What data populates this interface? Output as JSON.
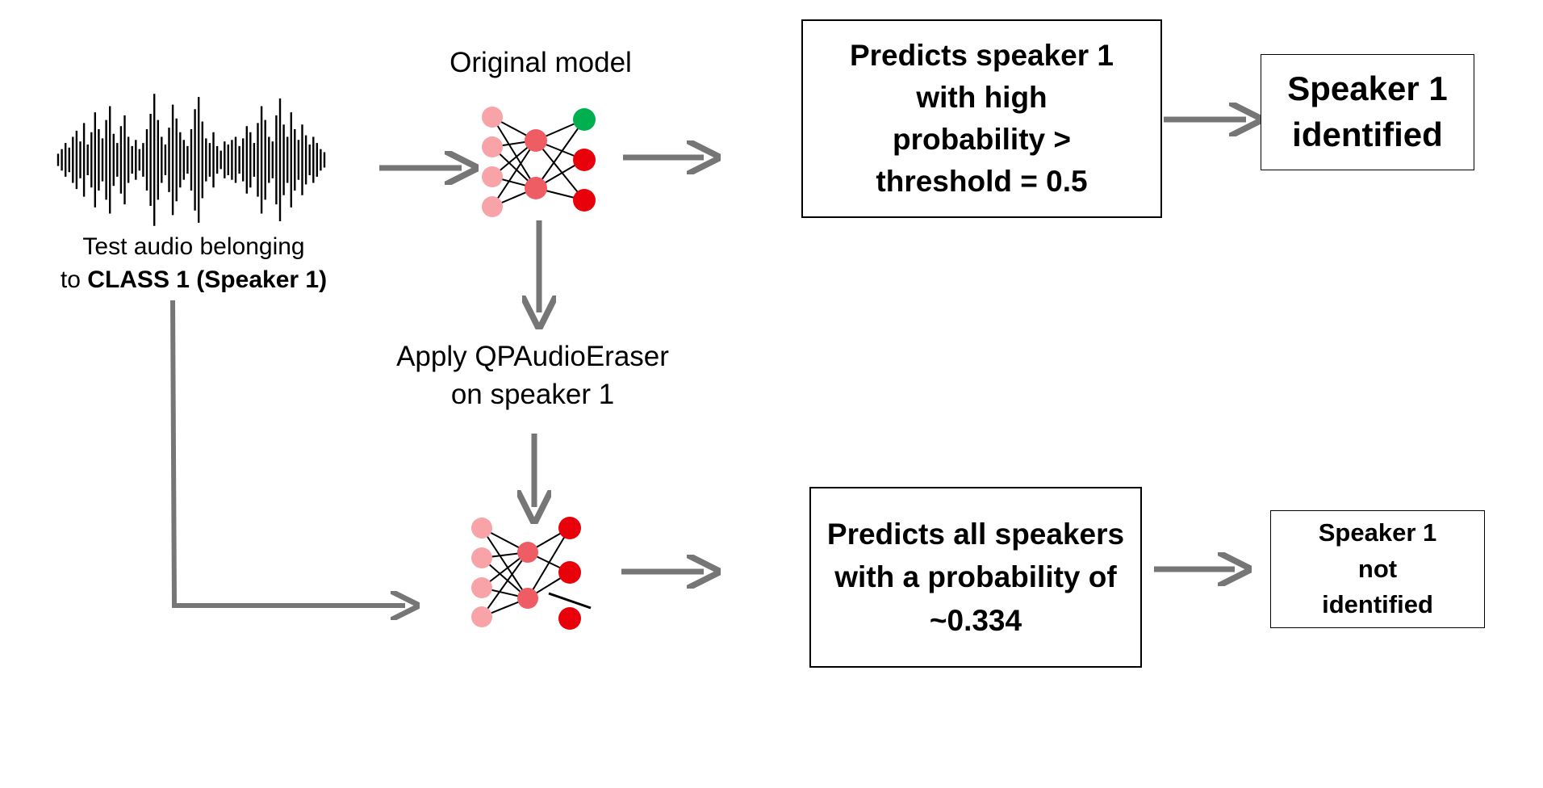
{
  "input": {
    "caption_line1": "Test audio belonging",
    "caption_line2_prefix": "to ",
    "caption_line2_bold": "CLASS 1 (Speaker 1)"
  },
  "original_model": {
    "label": "Original model"
  },
  "eraser": {
    "label_line1": "Apply QPAudioEraser",
    "label_line2": "on speaker 1"
  },
  "top_path": {
    "prediction": "Predicts speaker 1\nwith high\nprobability >\nthreshold = 0.5",
    "result": "Speaker 1\nidentified"
  },
  "bottom_path": {
    "prediction": "Predicts all speakers\nwith a probability of\n~0.334",
    "result": "Speaker  1\nnot\nidentified"
  },
  "colors": {
    "arrow": "#767676",
    "input_node": "#f8a3a8",
    "hidden_node": "#ef5d64",
    "output_node": "#e8000b",
    "target_output_node": "#00b050"
  }
}
